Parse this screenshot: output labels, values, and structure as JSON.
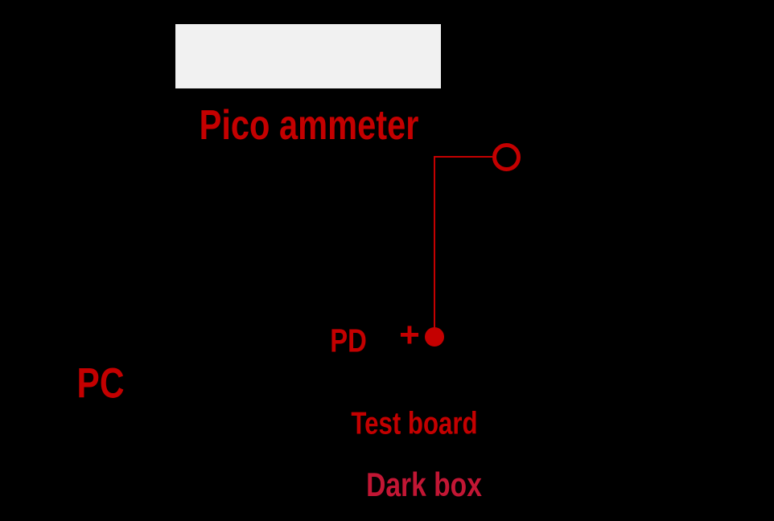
{
  "figure": {
    "type": "experimental-setup-diagram",
    "background_color": "#000000",
    "panel": {
      "color": "#f1f1f1"
    },
    "labels": {
      "pico_ammeter": "Pico ammeter",
      "pc": "PC",
      "pd": "PD",
      "polarity_plus": "+",
      "test_board": "Test board",
      "dark_box": "Dark box"
    },
    "colors": {
      "label_red": "#c40000",
      "dark_box_red": "#c21634",
      "wire_red": "#c40000"
    }
  }
}
